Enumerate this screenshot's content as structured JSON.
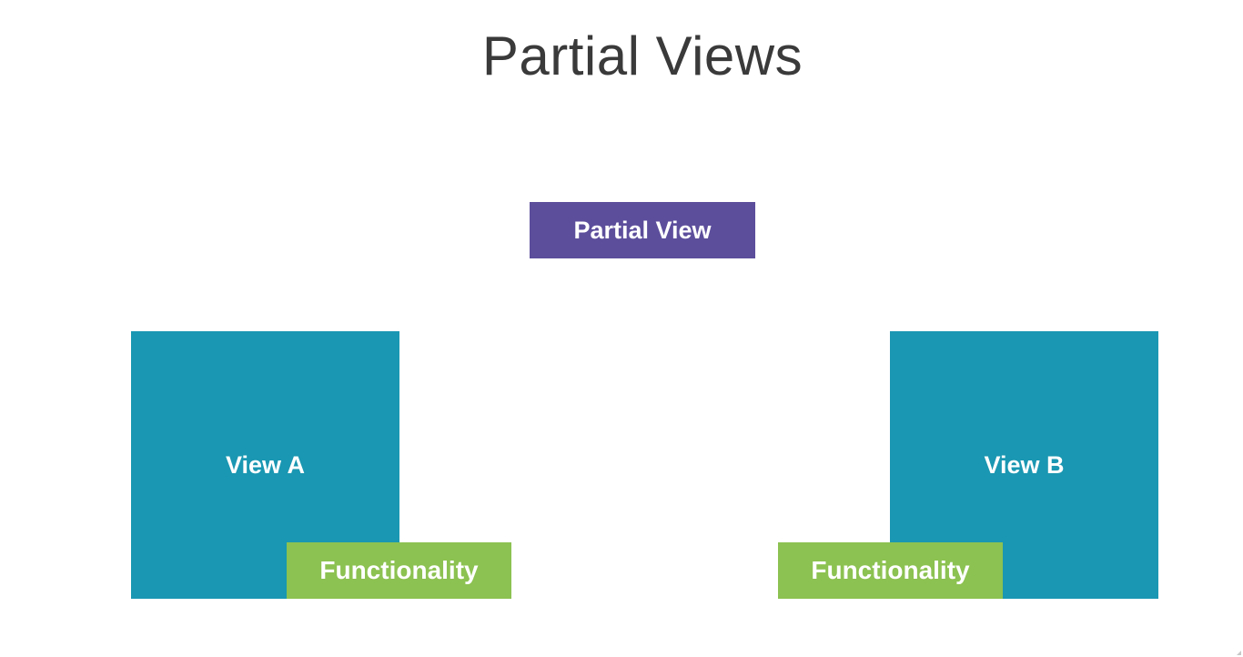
{
  "slide": {
    "title": "Partial Views"
  },
  "diagram": {
    "partial_view": {
      "label": "Partial View",
      "color": "#5d4e9c"
    },
    "view_a": {
      "label": "View A",
      "color": "#1a97b2",
      "functionality": {
        "label": "Functionality",
        "color": "#8cc251"
      }
    },
    "view_b": {
      "label": "View B",
      "color": "#1a97b2",
      "functionality": {
        "label": "Functionality",
        "color": "#8cc251"
      }
    }
  }
}
